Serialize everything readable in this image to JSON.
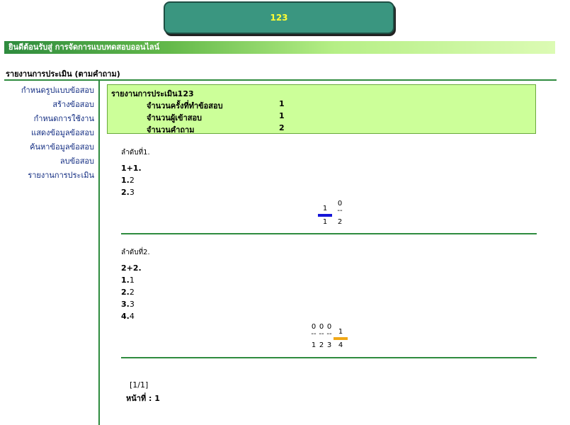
{
  "header": {
    "title": "123"
  },
  "welcome": "ยินดีต้อนรับสู่ การจัดการแบบทดสอบออนไลน์",
  "report_header": "รายงานการประเมิน  (ตามคำถาม)",
  "sidebar": {
    "items": [
      "กำหนดรูปแบบข้อสอบ",
      "สร้างข้อสอบ",
      "กำหนดการใช้งาน",
      "แสดงข้อมูลข้อสอบ",
      "ค้นหาข้อมูลข้อสอบ",
      "ลบข้อสอบ",
      "รายงานการประเมิน"
    ]
  },
  "summary": {
    "title": "รายงานการประเมิน123",
    "rows": [
      {
        "label": "จำนวนครั้งที่ทำข้อสอบ",
        "value": "1"
      },
      {
        "label": "จำนวนผู้เข้าสอบ",
        "value": "1"
      },
      {
        "label": "จำนวนคำถาม",
        "value": "2"
      }
    ]
  },
  "questions": [
    {
      "number_label": "ลำดับที่1.",
      "text": "1+1.",
      "options": [
        {
          "n": "1.",
          "t": "2"
        },
        {
          "n": "2.",
          "t": "3"
        }
      ],
      "chart": {
        "counts": [
          "1",
          "0"
        ],
        "dashes": [
          "-",
          "--"
        ],
        "labels": [
          "1",
          "2"
        ],
        "highlight": 0,
        "highlight_color": "#1515d8"
      }
    },
    {
      "number_label": "ลำดับที่2.",
      "text": "2+2.",
      "options": [
        {
          "n": "1.",
          "t": "1"
        },
        {
          "n": "2.",
          "t": "2"
        },
        {
          "n": "3.",
          "t": "3"
        },
        {
          "n": "4.",
          "t": "4"
        }
      ],
      "chart": {
        "counts": [
          "0",
          "0",
          "0",
          "1"
        ],
        "dashes": [
          "--",
          "--",
          "--",
          "-"
        ],
        "labels": [
          "1",
          "2",
          "3",
          "4"
        ],
        "highlight": 3,
        "highlight_color": "#f0a818"
      }
    }
  ],
  "pager": {
    "range": "[1/1]",
    "page": "หน้าที่ : 1"
  }
}
